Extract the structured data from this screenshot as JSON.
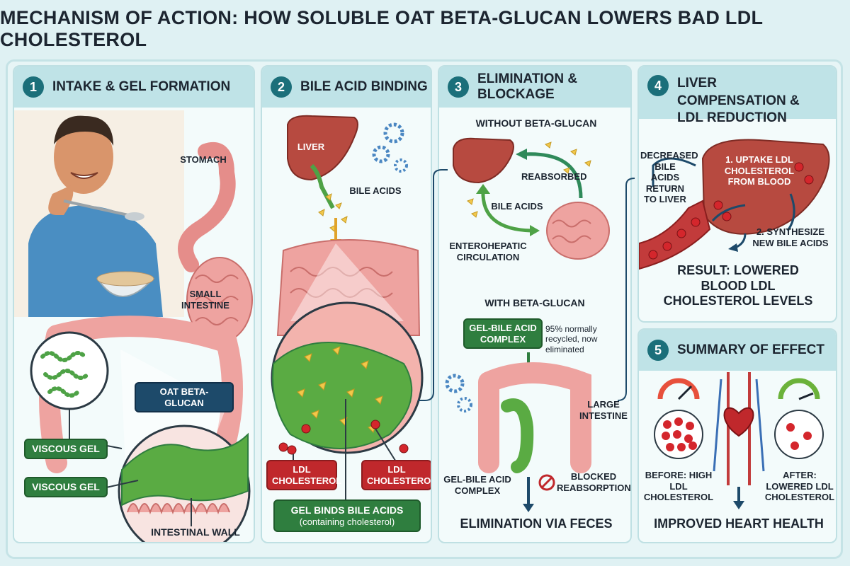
{
  "title": "MECHANISM OF ACTION: HOW SOLUBLE OAT BETA-GLUCAN LOWERS BAD LDL CHOLESTEROL",
  "panels": [
    {
      "num": "1",
      "heading": "INTAKE & GEL FORMATION",
      "labels": {
        "stomach": "STOMACH",
        "small_intestine": "SMALL INTESTINE",
        "oat_beta_glucan": "OAT BETA-GLUCAN",
        "viscous_gel_1": "VISCOUS GEL",
        "viscous_gel_2": "VISCOUS GEL",
        "intestinal_wall": "INTESTINAL WALL"
      }
    },
    {
      "num": "2",
      "heading": "BILE ACID BINDING",
      "labels": {
        "liver": "LIVER",
        "bile_acids": "BILE ACIDS",
        "ldl_left": "LDL CHOLESTEROL",
        "ldl_right": "LDL CHOLESTEROL",
        "gel_binds": "GEL BINDS BILE ACIDS",
        "gel_binds_sub": "(containing cholesterol)"
      }
    },
    {
      "num": "3",
      "heading": "ELIMINATION & BLOCKAGE",
      "labels": {
        "without": "WITHOUT BETA-GLUCAN",
        "reabsorbed": "REABSORBED",
        "bile_acids": "BILE ACIDS",
        "enterohepatic": "ENTEROHEPATIC CIRCULATION",
        "with": "WITH BETA-GLUCAN",
        "complex_tag": "GEL-BILE ACID COMPLEX",
        "recycled": "95% normally recycled, now eliminated",
        "large_intestine": "LARGE INTESTINE",
        "complex_label": "GEL-BILE ACID COMPLEX",
        "blocked": "BLOCKED REABSORPTION",
        "elimination": "ELIMINATION VIA FECES"
      }
    },
    {
      "num": "4",
      "heading": "LIVER COMPENSATION & LDL REDUCTION",
      "labels": {
        "decreased": "DECREASED BILE ACIDS RETURN TO LIVER",
        "uptake": "1. UPTAKE LDL CHOLESTEROL FROM BLOOD",
        "synthesize": "2. SYNTHESIZE NEW BILE ACIDS",
        "result": "RESULT: LOWERED BLOOD LDL CHOLESTEROL LEVELS"
      }
    },
    {
      "num": "5",
      "heading": "SUMMARY OF EFFECT",
      "labels": {
        "before": "BEFORE: HIGH LDL CHOLESTEROL",
        "after": "AFTER: LOWERED LDL CHOLESTEROL",
        "improved": "IMPROVED HEART HEALTH"
      }
    }
  ],
  "colors": {
    "accent": "#1b6f7a",
    "gel_green": "#2f7e3f",
    "ldl_red": "#c0282c",
    "organ_pink": "#eea3a0",
    "liver": "#b74a40",
    "bile_yellow": "#f2c84b"
  }
}
